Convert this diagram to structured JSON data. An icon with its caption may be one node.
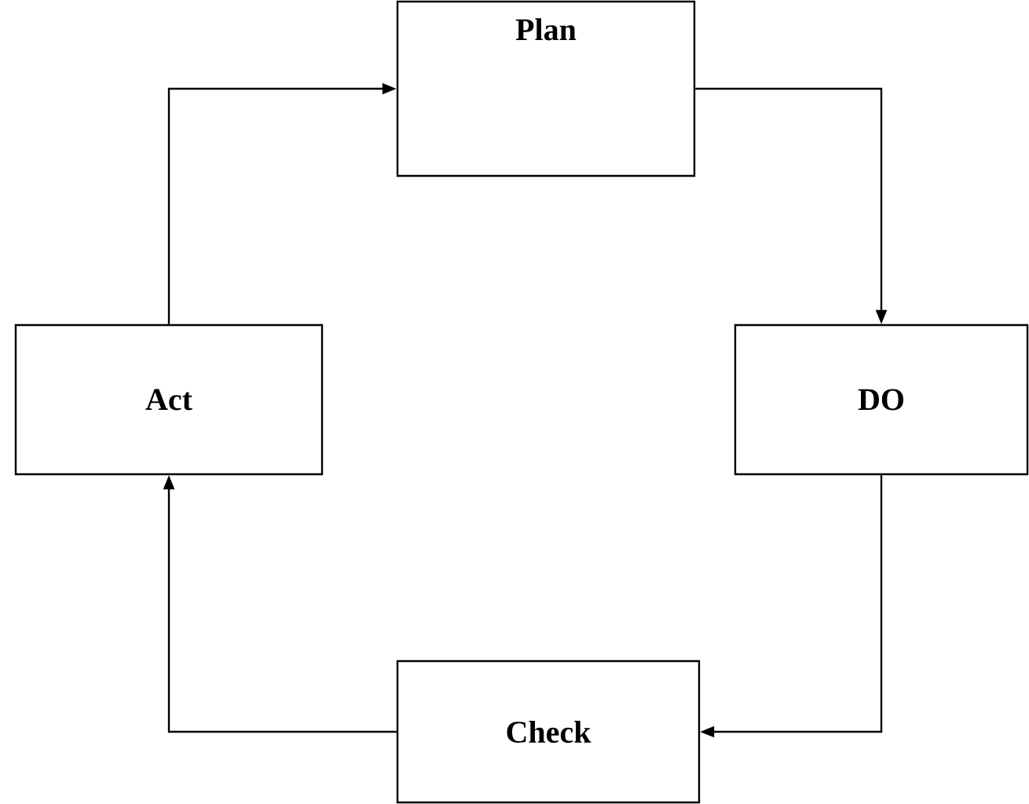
{
  "diagram": {
    "nodes": [
      {
        "text": [
          "Plan"
        ]
      },
      {
        "text": [
          "DO"
        ]
      },
      {
        "text": [
          "Check"
        ]
      },
      {
        "text": [
          "Act"
        ]
      }
    ],
    "edges": [
      {
        "from": 3,
        "to": 0,
        "arrow": "to"
      },
      {
        "from": 0,
        "to": 1,
        "arrow": "to"
      },
      {
        "from": 1,
        "to": 2,
        "arrow": "to"
      },
      {
        "from": 2,
        "to": 3,
        "arrow": "to"
      }
    ]
  }
}
